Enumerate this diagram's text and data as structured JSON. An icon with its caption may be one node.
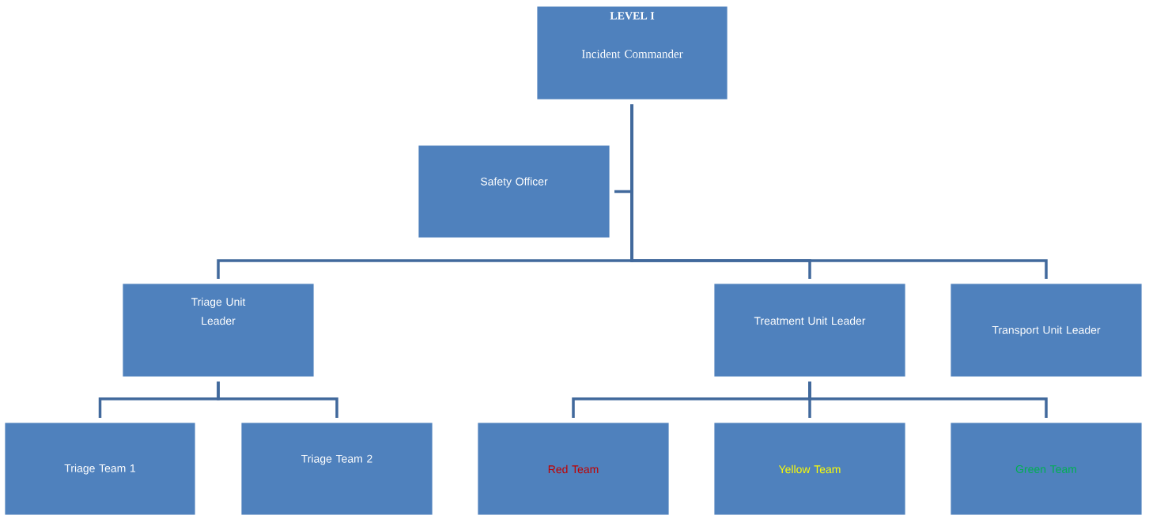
{
  "diagram": {
    "nodes": [
      {
        "text": [
          "LEVEL I",
          "Incident Commander"
        ]
      },
      {
        "text": [
          "Safety Officer"
        ]
      },
      {
        "text": [
          "Triage Unit Leader"
        ]
      },
      {
        "text": [
          "Treatment Unit Leader"
        ]
      },
      {
        "text": [
          "Transport Unit Leader"
        ]
      },
      {
        "text": [
          "Triage Team 1"
        ]
      },
      {
        "text": [
          "Triage Team 2"
        ]
      },
      {
        "text": [
          "Red Team"
        ]
      },
      {
        "text": [
          "Yellow Team"
        ]
      },
      {
        "text": [
          "Green Team"
        ]
      }
    ],
    "edges": [
      {
        "from": 0,
        "to": 1,
        "arrow": "none"
      },
      {
        "from": 0,
        "to": 2,
        "arrow": "none"
      },
      {
        "from": 0,
        "to": 3,
        "arrow": "none"
      },
      {
        "from": 0,
        "to": 4,
        "arrow": "none"
      },
      {
        "from": 2,
        "to": 5,
        "arrow": "none"
      },
      {
        "from": 2,
        "to": 6,
        "arrow": "none"
      },
      {
        "from": 3,
        "to": 7,
        "arrow": "none"
      },
      {
        "from": 3,
        "to": 8,
        "arrow": "none"
      },
      {
        "from": 3,
        "to": 9,
        "arrow": "none"
      }
    ]
  }
}
